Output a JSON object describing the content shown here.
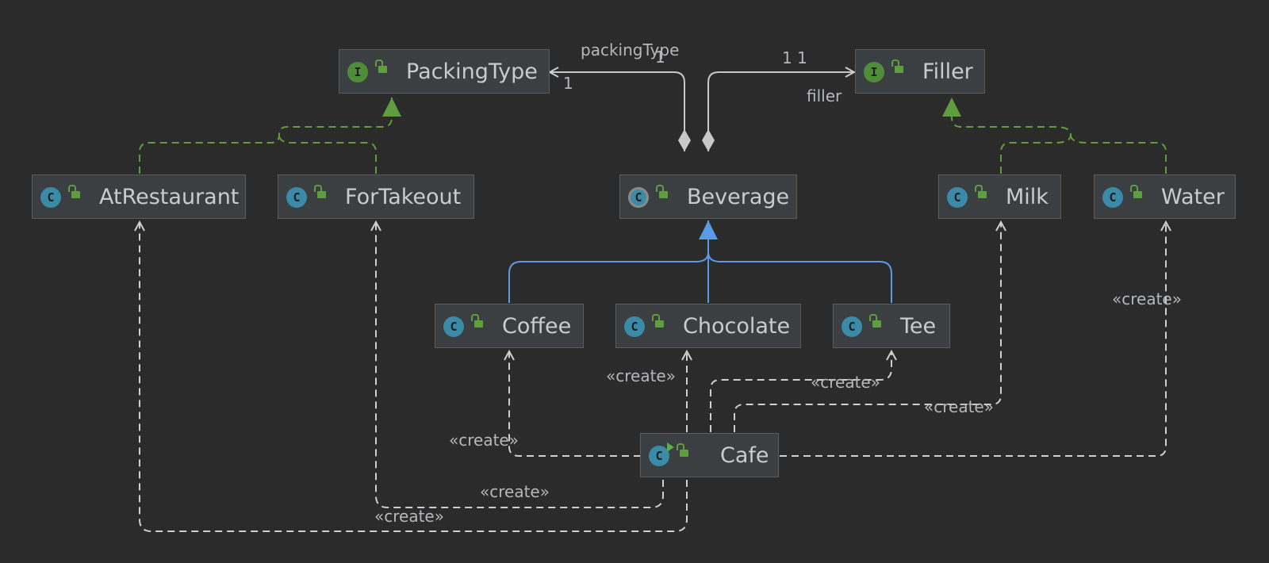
{
  "colors": {
    "background": "#2b2b2b",
    "node_fill": "#3c3f41",
    "node_border": "#5a5d5f",
    "text": "#c8ccd0",
    "implements": "#5f9e3e",
    "extends": "#5b9ae6",
    "dependency": "#cfcfcf",
    "association": "#c8c8c8"
  },
  "nodes": {
    "packingtype": {
      "label": "PackingType",
      "kind": "interface",
      "icon": "interface-icon"
    },
    "filler": {
      "label": "Filler",
      "kind": "interface",
      "icon": "interface-icon"
    },
    "atrestaurant": {
      "label": "AtRestaurant",
      "kind": "class",
      "icon": "class-icon"
    },
    "fortakeout": {
      "label": "ForTakeout",
      "kind": "class",
      "icon": "class-icon"
    },
    "beverage": {
      "label": "Beverage",
      "kind": "abstract class",
      "icon": "abstract-class-icon"
    },
    "milk": {
      "label": "Milk",
      "kind": "class",
      "icon": "class-icon"
    },
    "water": {
      "label": "Water",
      "kind": "class",
      "icon": "class-icon"
    },
    "coffee": {
      "label": "Coffee",
      "kind": "class",
      "icon": "class-icon"
    },
    "chocolate": {
      "label": "Chocolate",
      "kind": "class",
      "icon": "class-icon"
    },
    "tee": {
      "label": "Tee",
      "kind": "class",
      "icon": "class-icon"
    },
    "cafe": {
      "label": "Cafe",
      "kind": "main class",
      "icon": "main-class-icon"
    }
  },
  "icon_letters": {
    "class": "C",
    "interface": "I"
  },
  "edges": {
    "packingtype_role": "packingType",
    "packingtype_mult_near": "1",
    "packingtype_mult_far": "1",
    "filler_role": "filler",
    "filler_mult": "1 1",
    "create": "«create»"
  }
}
